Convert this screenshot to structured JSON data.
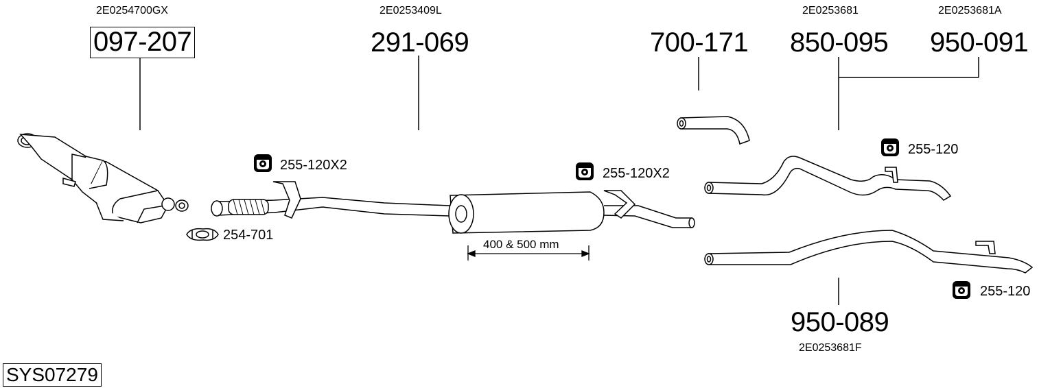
{
  "system_code": "SYS07279",
  "parts": [
    {
      "ref": "2E0254700GX",
      "number": "097-207"
    },
    {
      "ref": "2E0253409L",
      "number": "291-069"
    },
    {
      "ref": "",
      "number": "700-171"
    },
    {
      "ref": "2E0253681",
      "number": "850-095"
    },
    {
      "ref": "2E0253681A",
      "number": "950-091"
    },
    {
      "ref": "2E0253681F",
      "number": "950-089"
    }
  ],
  "accessories": [
    {
      "label": "255-120X2",
      "icon": "rubber-hanger-icon"
    },
    {
      "label": "254-701",
      "icon": "clamp-icon"
    },
    {
      "label": "255-120X2",
      "icon": "rubber-hanger-icon"
    },
    {
      "label": "255-120",
      "icon": "rubber-hanger-icon"
    },
    {
      "label": "255-120",
      "icon": "rubber-hanger-icon"
    }
  ],
  "dimension_label": "400 & 500 mm"
}
